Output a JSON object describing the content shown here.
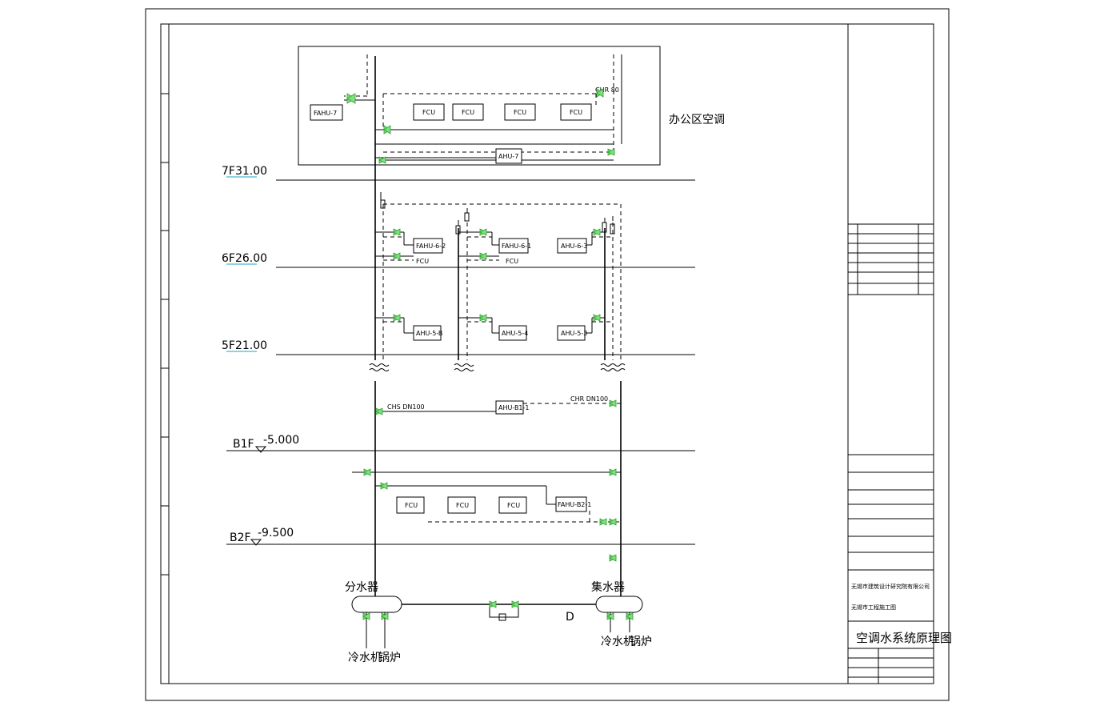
{
  "drawing": {
    "area_label": "办公区空调",
    "levels": [
      {
        "id": "7f",
        "label": "7F31.00"
      },
      {
        "id": "6f",
        "label": "6F26.00"
      },
      {
        "id": "5f",
        "label": "5F21.00"
      },
      {
        "id": "b1f",
        "name": "B1F",
        "value": "-5.000"
      },
      {
        "id": "b2f",
        "name": "B2F",
        "value": "-9.500"
      }
    ],
    "equipment": {
      "fahu7": "FAHU-7",
      "ahu7": "AHU-7",
      "fcu": "FCU",
      "fahu62": "FAHU-6-2",
      "fahu61": "FAHU-6-1",
      "ahu63": "AHU-6-3",
      "fcu_branch": "FCU",
      "ahu5a": "AHU-5-B",
      "ahu5b": "AHU-5-4",
      "ahu5c": "AHU-5-3",
      "ahub1": "AHU-B1-1",
      "fahub2": "FAHU-B2-1"
    },
    "pipes": {
      "chr_top": "CHR 80",
      "chs_b1": "CHS DN100",
      "chr_b1": "CHR DN100"
    },
    "headers": {
      "supply": "分水器",
      "return": "集水器",
      "chiller": "冷水机",
      "boiler": "锅炉",
      "d_mark": "D"
    }
  },
  "title_block": {
    "drawing_title": "空调水系统原理图",
    "company": "无锡市建筑设计研究院有限公司",
    "project": "无锡市工程施工图"
  },
  "colors": {
    "valve": "#7fe07f",
    "level_underline": "#19a3c9",
    "line": "#000000"
  }
}
